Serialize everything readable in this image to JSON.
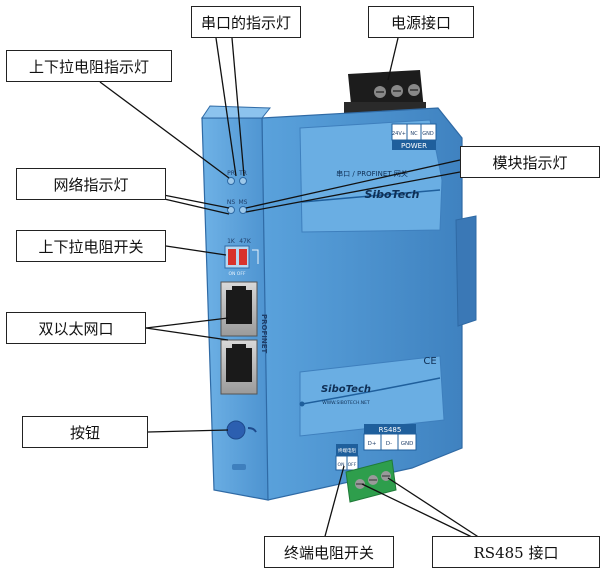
{
  "callouts": {
    "serial_led": "串口的指示灯",
    "power_port": "电源接口",
    "pull_resistor_led": "上下拉电阻指示灯",
    "network_led": "网络指示灯",
    "module_led": "模块指示灯",
    "pull_resistor_switch": "上下拉电阻开关",
    "dual_ethernet": "双以太网口",
    "button": "按钮",
    "termination_switch": "终端电阻开关",
    "rs485_port": "RS485 接口"
  },
  "device": {
    "brand": "SiboTech",
    "model_label": "串口 / PROFINET 网关",
    "website": "WWW.SIBOTECH.NET",
    "ethernet_label": "PROFINET",
    "ce_mark": "CE",
    "led_labels": [
      "PR",
      "TR",
      "NS",
      "MS"
    ],
    "switch_values": [
      "1K",
      "47K"
    ],
    "switch_state": "ON OFF",
    "power_pins": [
      "24V+",
      "NC",
      "GND"
    ],
    "power_title": "POWER",
    "rs485_title": "RS485",
    "rs485_pins": [
      "D+",
      "D-",
      "GND"
    ],
    "termination_title": "终端电阻",
    "termination_states": [
      "ON",
      "OFF"
    ]
  },
  "colors": {
    "housing": "#5a9fd8",
    "housing_dark": "#3e7fbd",
    "housing_edge": "#2f6aa5",
    "terminal_black": "#1c1c1c",
    "terminal_green": "#2e9e4c",
    "switch_red": "#d8322b"
  }
}
